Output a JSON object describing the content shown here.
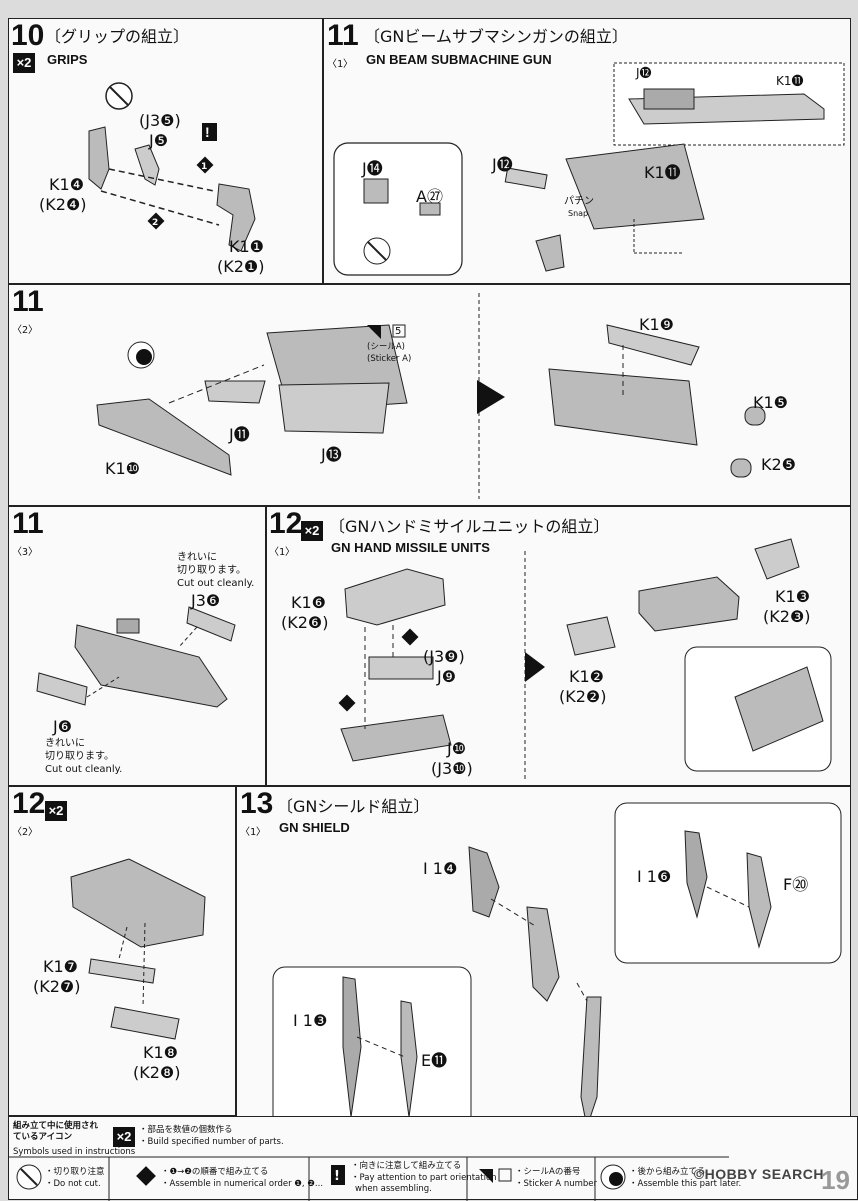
{
  "steps": {
    "s10": {
      "num": "10",
      "mult": "×2",
      "jp": "〔グリップの組立〕",
      "en": "GRIPS",
      "labels": {
        "j3_5": "(J3❺)",
        "j5": "J❺",
        "k1_4": "K1❹",
        "k2_4": "(K2❹)",
        "k1_1": "K1❶",
        "k2_1": "(K2❶)"
      }
    },
    "s11_1": {
      "num": "11",
      "sub": "〈1〉",
      "jp": "〔GNビームサブマシンガンの組立〕",
      "en": "GN BEAM SUBMACHINE GUN",
      "labels": {
        "j14": "J⓮",
        "a27": "A㉗",
        "j12": "J⓬",
        "k1_11": "K1⓫",
        "j12_inset": "J⓬",
        "k1_11_inset": "K1⓫",
        "snap_jp": "パチン",
        "snap_en": "Snap"
      }
    },
    "s11_2": {
      "num": "11",
      "sub": "〈2〉",
      "labels": {
        "k1_10": "K1❿",
        "j11": "J⓫",
        "j13": "J⓭",
        "sticker_no": "5",
        "sticker_jp": "(シールA)",
        "sticker_en": "(Sticker A)",
        "k1_9": "K1❾",
        "k1_5": "K1❺",
        "k2_5": "K2❺"
      }
    },
    "s11_3": {
      "num": "11",
      "sub": "〈3〉",
      "labels": {
        "cut1_jp1": "きれいに",
        "cut1_jp2": "切り取ります。",
        "cut1_en": "Cut out cleanly.",
        "j3_6": "J3❻",
        "j6": "J❻",
        "cut2_jp1": "きれいに",
        "cut2_jp2": "切り取ります。",
        "cut2_en": "Cut out cleanly."
      }
    },
    "s12_1": {
      "num": "12",
      "sub": "〈1〉",
      "mult": "×2",
      "jp": "〔GNハンドミサイルユニットの組立〕",
      "en": "GN HAND MISSILE UNITS",
      "labels": {
        "k1_6": "K1❻",
        "k2_6": "(K2❻)",
        "j3_9": "(J3❾)",
        "j9": "J❾",
        "j10": "J❿",
        "j3_10": "(J3❿)",
        "k1_3": "K1❸",
        "k2_3": "(K2❸)",
        "k1_2": "K1❷",
        "k2_2": "(K2❷)"
      }
    },
    "s12_2": {
      "num": "12",
      "sub": "〈2〉",
      "mult": "×2",
      "labels": {
        "k1_7": "K1❼",
        "k2_7": "(K2❼)",
        "k1_8": "K1❽",
        "k2_8": "(K2❽)"
      }
    },
    "s13_1": {
      "num": "13",
      "sub": "〈1〉",
      "jp": "〔GNシールド組立〕",
      "en": "GN SHIELD",
      "labels": {
        "i14": "I 1❹",
        "i16": "I 1❻",
        "f20": "F⑳",
        "i13": "I 1❸",
        "e11": "E⓫"
      }
    }
  },
  "legend": {
    "title_jp": "組み立て中に使用されているアイコン",
    "title_en": "Symbols used in instructions",
    "x2_jp": "・部品を数値の個数作る",
    "x2_en": "・Build specified number of parts.",
    "cut_jp": "・切り取り注意",
    "cut_en": "・Do not cut.",
    "order_jp": "・❶→❷の順番で組み立てる",
    "order_en": "・Assemble in numerical order ❶, ❷...",
    "attn_jp": "・向きに注意して組み立てる",
    "attn_en1": "・Pay attention to part orientation",
    "attn_en2": "when assembling.",
    "sticker_jp": "・シールAの番号",
    "sticker_en": "・Sticker A number",
    "back_jp": "・後から組み立てる",
    "back_en": "・Assemble this part later."
  },
  "watermark": "©HOBBY SEARCH",
  "page_number": "19"
}
